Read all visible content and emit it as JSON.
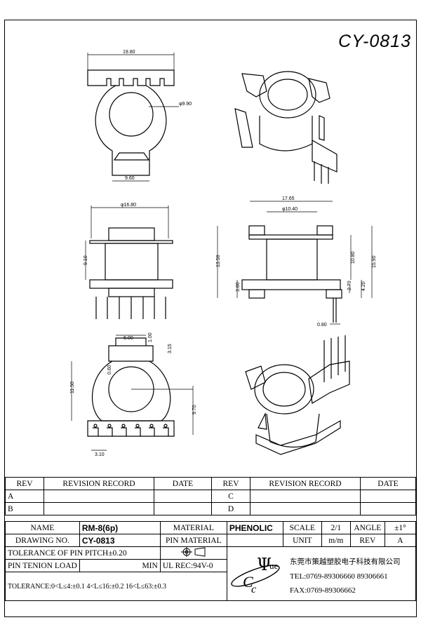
{
  "title": "CY-0813",
  "dims": {
    "top_w": "19.80",
    "hole_d": "φ9.90",
    "top_bottom_w": "9.60",
    "side_d": "φ16.80",
    "side_h": "9.10",
    "front_w": "17.65",
    "front_inner": "φ10.40",
    "front_h1": "13.50",
    "front_h2": "10.80",
    "front_h3": "15.90",
    "front_base": "3.80",
    "front_pin1": "2.70",
    "front_pin2": "4.20",
    "front_pin_d": "0.80",
    "bot_w": "6.00",
    "bot_t": "1.00",
    "bot_r": "3.15",
    "bot_ang": "0.60",
    "bot_h": "11.50",
    "bot_h2": "9.70",
    "bot_pitch": "3.10"
  },
  "revision": {
    "rev": "REV",
    "record": "REVISION RECORD",
    "date": "DATE",
    "a": "A",
    "b": "B",
    "c": "C",
    "d": "D"
  },
  "info": {
    "name_label": "NAME",
    "name_value": "RM-8(6p)",
    "material_label": "MATERIAL",
    "material_value": "PHENOLIC",
    "scale_label": "SCALE",
    "scale_value": "2/1",
    "angle_label": "ANGLE",
    "angle_value": "±1°",
    "drawing_label": "DRAWING NO.",
    "drawing_value": "CY-0813",
    "pin_material_label": "PIN MATERIAL",
    "unit_label": "UNIT",
    "unit_value": "m/m",
    "rev_label": "REV",
    "rev_value": "A",
    "pitch_tol": "TOLERANCE OF PIN PITCH±0.20",
    "pin_load_label": "PIN TENION LOAD",
    "pin_load_min": "MIN",
    "ul": "UL REC:94V-0",
    "tolerance": "TOLERANCE:0<L≤4:±0.1  4<L≤16:±0.2  16<L≤63:±0.3",
    "company": "东莞市策越塑胶电子科技有限公司",
    "tel": "TEL:0769-89306660 89306661",
    "fax": "FAX:0769-89306662"
  }
}
